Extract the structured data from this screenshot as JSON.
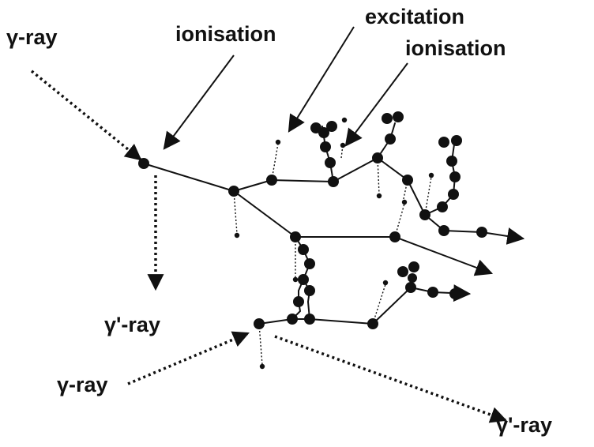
{
  "labels": {
    "gamma_ray_top": "γ-ray",
    "ionisation_left": "ionisation",
    "excitation": "excitation",
    "ionisation_right": "ionisation",
    "gamma_prime_ray_left": "γ'-ray",
    "gamma_ray_bottom": "γ-ray",
    "gamma_prime_ray_right": "γ'-ray"
  },
  "colors": {
    "ink": "#111111",
    "background": "#ffffff"
  }
}
